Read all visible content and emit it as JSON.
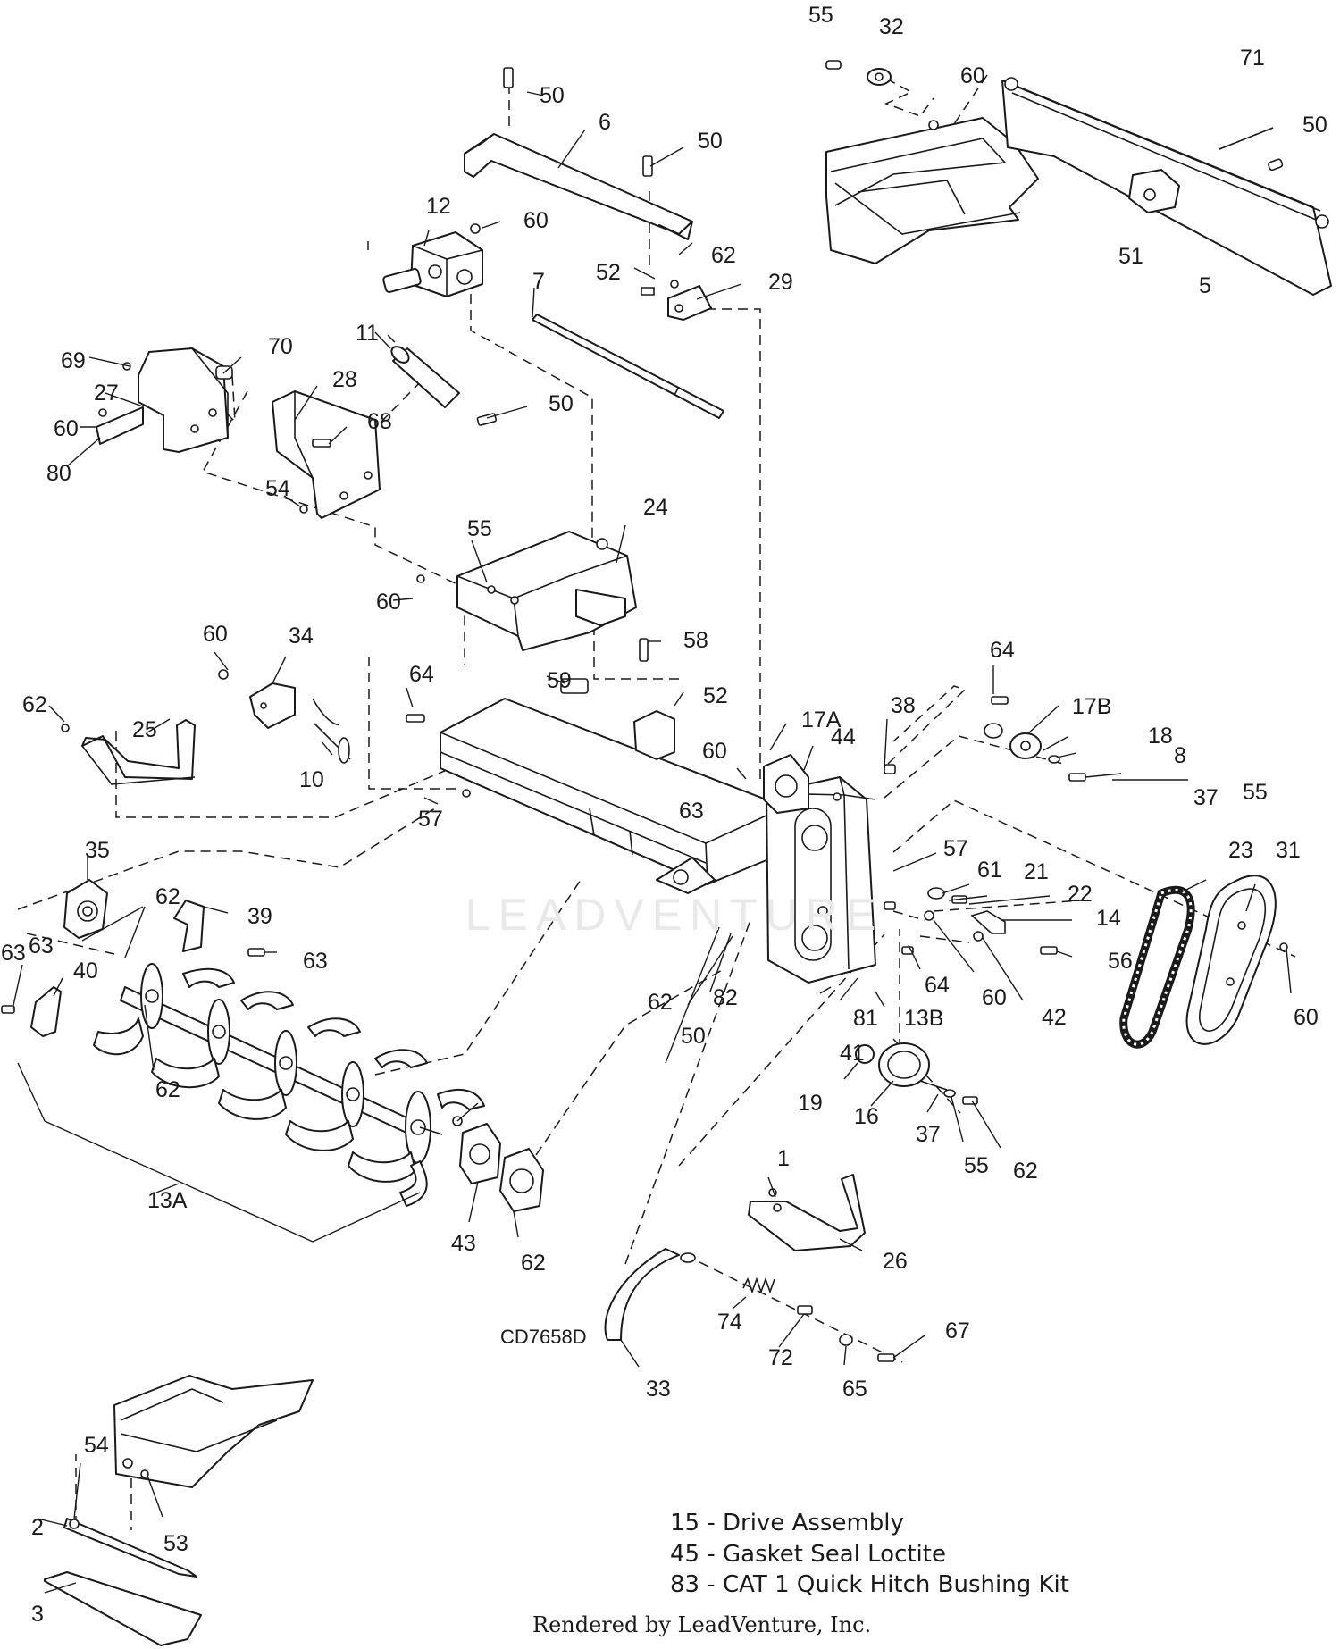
{
  "diagram_code": "CD7658D",
  "watermark": "LEADVENTURE",
  "credit": "Rendered by LeadVenture, Inc.",
  "notes": [
    "15 - Drive Assembly",
    "45 - Gasket Seal Loctite",
    "83 - CAT 1 Quick Hitch Bushing Kit"
  ],
  "callouts": [
    "55",
    "32",
    "60",
    "71",
    "50",
    "51",
    "5",
    "50",
    "6",
    "50",
    "12",
    "60",
    "62",
    "52",
    "29",
    "7",
    "11",
    "70",
    "69",
    "27",
    "60",
    "80",
    "28",
    "68",
    "50",
    "54",
    "24",
    "55",
    "60",
    "58",
    "60",
    "34",
    "62",
    "25",
    "10",
    "64",
    "59",
    "52",
    "17A",
    "44",
    "38",
    "64",
    "17B",
    "18",
    "8",
    "37",
    "55",
    "60",
    "57",
    "63",
    "57",
    "61",
    "21",
    "22",
    "14",
    "56",
    "64",
    "60",
    "42",
    "23",
    "31",
    "60",
    "35",
    "62",
    "39",
    "63",
    "63",
    "40",
    "62",
    "63",
    "50",
    "62",
    "82",
    "81",
    "41",
    "13B",
    "19",
    "16",
    "37",
    "55",
    "62",
    "1",
    "13A",
    "43",
    "62",
    "26",
    "74",
    "72",
    "33",
    "67",
    "65",
    "54",
    "53",
    "2",
    "3"
  ]
}
